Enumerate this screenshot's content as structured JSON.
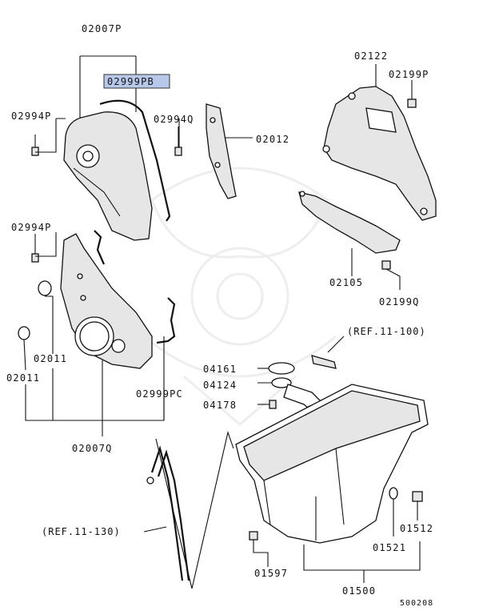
{
  "diagram": {
    "labels": {
      "p02007P": "02007P",
      "p02999PB": "02999PB",
      "p02994P_top": "02994P",
      "p02994Q": "02994Q",
      "p02012": "02012",
      "p02122": "02122",
      "p02199P": "02199P",
      "p02994P_mid": "02994P",
      "p02105": "02105",
      "p02199Q": "02199Q",
      "p02011_a": "02011",
      "p02011_b": "02011",
      "p02999PC": "02999PC",
      "p02007Q": "02007Q",
      "ref11100": "(REF.11-100)",
      "p04161": "04161",
      "p04124": "04124",
      "p04178": "04178",
      "ref11130": "(REF.11-130)",
      "p01512": "01512",
      "p01521": "01521",
      "p01597": "01597",
      "p01500": "01500",
      "fig_no": "500208"
    },
    "highlight_color": "#b8c8ea"
  }
}
